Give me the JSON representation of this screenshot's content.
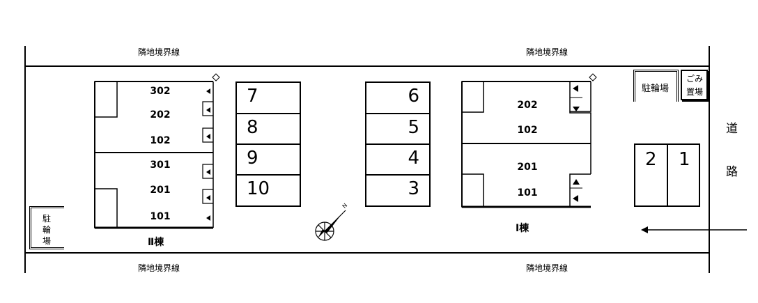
{
  "boundary_labels": {
    "top_left": "隣地境界線",
    "top_right": "隣地境界線",
    "bottom_left": "隣地境界線",
    "bottom_right": "隣地境界線"
  },
  "road": {
    "char1": "道",
    "char2": "路"
  },
  "building_1": {
    "name": "Ⅰ棟",
    "rooms": [
      "202",
      "102",
      "201",
      "101"
    ]
  },
  "building_2": {
    "name": "Ⅱ棟",
    "rooms": [
      "302",
      "202",
      "102",
      "301",
      "201",
      "101"
    ]
  },
  "parking_left": [
    "7",
    "8",
    "9",
    "10"
  ],
  "parking_mid": [
    "6",
    "5",
    "4",
    "3"
  ],
  "parking_right": [
    "2",
    "1"
  ],
  "bicycle_top": "駐輪場",
  "garbage": {
    "line1": "ごみ",
    "line2": "置場"
  },
  "bicycle_left": {
    "c1": "駐",
    "c2": "輪",
    "c3": "場"
  },
  "compass_label": "N"
}
